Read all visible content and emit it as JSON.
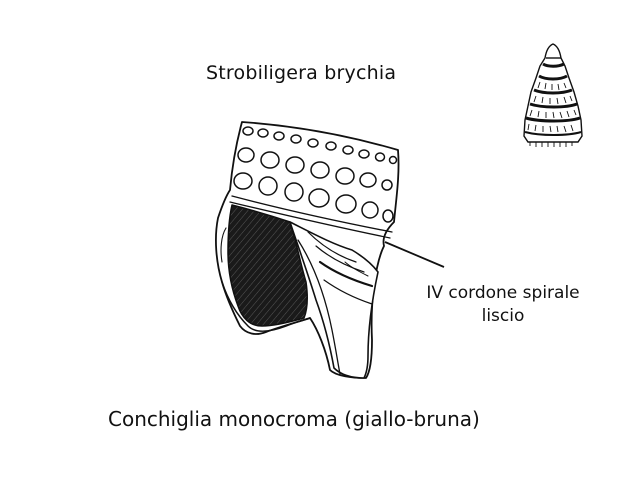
{
  "figure": {
    "title": "Strobiligera brychia",
    "label_lines": [
      "IV cordone spirale",
      "liscio"
    ],
    "caption": "Conchiglia monocroma (giallo-bruna)"
  },
  "icons": {
    "main": "shell-fragment-drawing",
    "thumbnail": "shell-thumbnail-icon"
  },
  "colors": {
    "ink": "#111111",
    "paper": "#ffffff"
  }
}
